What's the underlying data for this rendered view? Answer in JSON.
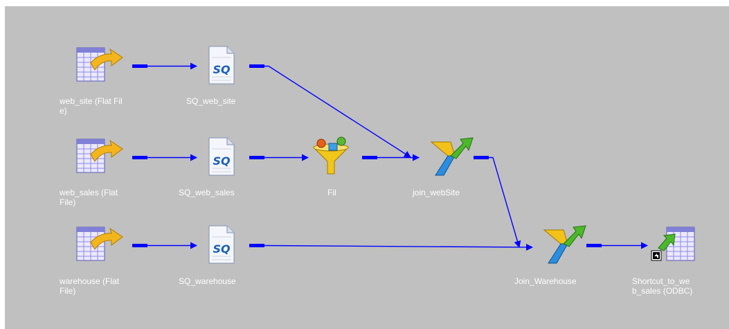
{
  "nodes": {
    "web_site_src": {
      "label": "web_site (Flat Fil\ne)",
      "icon": "flat-file-source-icon"
    },
    "sq_web_site": {
      "label": "SQ_web_site",
      "icon": "source-qualifier-icon",
      "icon_text": "SQ"
    },
    "web_sales_src": {
      "label": "web_sales (Flat\nFile)",
      "icon": "flat-file-source-icon"
    },
    "sq_web_sales": {
      "label": "SQ_web_sales",
      "icon": "source-qualifier-icon",
      "icon_text": "SQ"
    },
    "filter": {
      "label": "Fil",
      "icon": "filter-funnel-icon"
    },
    "join_website": {
      "label": "join_webSite",
      "icon": "joiner-icon"
    },
    "warehouse_src": {
      "label": "warehouse (Flat\nFile)",
      "icon": "flat-file-source-icon"
    },
    "sq_warehouse": {
      "label": "SQ_warehouse",
      "icon": "source-qualifier-icon",
      "icon_text": "SQ"
    },
    "join_warehouse": {
      "label": "Join_Warehouse",
      "icon": "joiner-icon"
    },
    "target": {
      "label": "Shortcut_to_we\nb_sales (ODBC)",
      "icon": "odbc-target-shortcut-icon"
    }
  },
  "colors": {
    "canvas": "#c0c0c0",
    "link": "#0000ff",
    "label": "#ffffff"
  }
}
